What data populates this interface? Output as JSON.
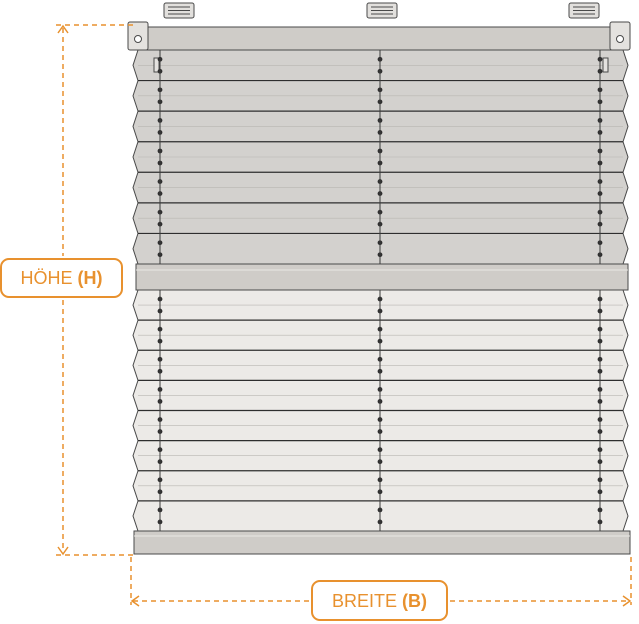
{
  "dimensions": {
    "height_label": "HÖHE",
    "height_symbol": "(H)",
    "width_label": "BREITE",
    "width_symbol": "(B)"
  },
  "colors": {
    "accent": "#E8912E",
    "fabric_upper": "#D3D1CE",
    "fabric_lower": "#ECEAE7",
    "rail": "#CFCCC8",
    "outline": "#4A4A4A"
  },
  "blind": {
    "upper_pleats": 7,
    "lower_pleats": 8,
    "mounting_clips": 3,
    "cord_lines": 3
  }
}
